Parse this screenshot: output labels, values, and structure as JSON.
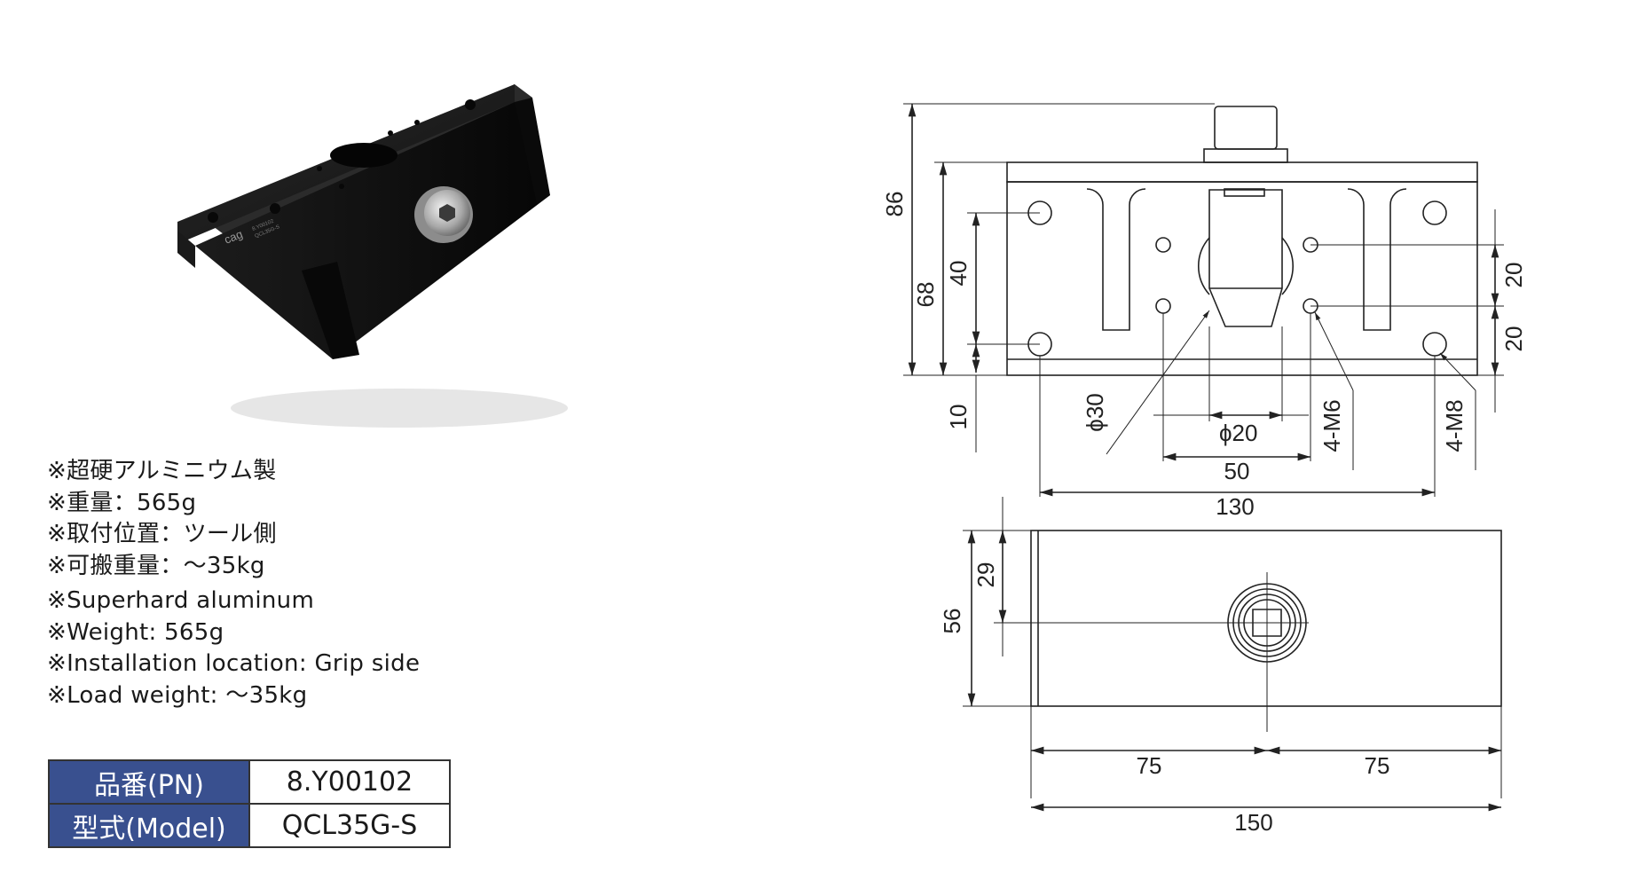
{
  "specs_jp": [
    "※超硬アルミニウム製",
    "※重量：565g",
    "※取付位置：ツール側",
    "※可搬重量：～35kg"
  ],
  "specs_en": [
    "※Superhard aluminum",
    "※Weight: 565g",
    "※Installation location: Grip side",
    "※Load weight: ～35kg"
  ],
  "part_table": {
    "pn_label": "品番(PN)",
    "pn_value": "8.Y00102",
    "model_label": "型式(Model)",
    "model_value": "QCL35G-S"
  },
  "product_marking": {
    "brand": "cag",
    "code_line1": "8.Y00102",
    "code_line2": "QCL35G-S"
  },
  "drawing": {
    "dim_86": "86",
    "dim_68": "68",
    "dim_40": "40",
    "dim_10": "10",
    "dim_20_upper": "20",
    "dim_20_lower": "20",
    "dim_phi30": "ϕ30",
    "dim_phi20": "ϕ20",
    "dim_4m6": "4-M6",
    "dim_4m8": "4-M8",
    "dim_50": "50",
    "dim_130": "130",
    "dim_56": "56",
    "dim_29": "29",
    "dim_75_left": "75",
    "dim_75_right": "75",
    "dim_150": "150"
  },
  "colors": {
    "table_header": "#39508f",
    "bracket": "#111111",
    "line": "#222222"
  }
}
